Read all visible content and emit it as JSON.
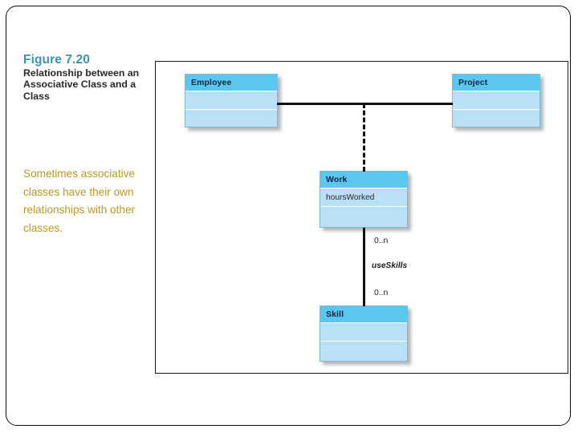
{
  "slide": {
    "figure_number": "Figure 7.20",
    "figure_subtitle": "Relationship between an Associative Class and a Class",
    "body_text": "Sometimes associative classes have their own relationships with other classes.",
    "colors": {
      "figure_number": "#3f93ab",
      "subtitle": "#28282b",
      "body_text": "#b59a23",
      "class_header": "#59c7ef",
      "class_body": "#b9e0f7",
      "line": "#111111",
      "panel_border": "#1a1a1a"
    }
  },
  "diagram": {
    "type": "uml-class-diagram",
    "classes": [
      {
        "id": "employee",
        "name": "Employee",
        "attributes": "",
        "operations": ""
      },
      {
        "id": "project",
        "name": "Project",
        "attributes": "",
        "operations": ""
      },
      {
        "id": "work",
        "name": "Work",
        "attributes": "hoursWorked",
        "operations": ""
      },
      {
        "id": "skill",
        "name": "Skill",
        "attributes": "",
        "operations": ""
      }
    ],
    "relationships": [
      {
        "id": "employee-project",
        "from": "employee",
        "to": "project",
        "style": "solid",
        "kind": "association"
      },
      {
        "id": "work-association",
        "from": "work",
        "to": "employee-project",
        "style": "dashed",
        "kind": "association-class-link"
      },
      {
        "id": "work-skill",
        "from": "work",
        "to": "skill",
        "style": "solid",
        "kind": "association",
        "name": "useSkills",
        "source_multiplicity": "0..n",
        "target_multiplicity": "0..n"
      }
    ],
    "labels": {
      "multiplicity_top": "0..n",
      "association_name": "useSkills",
      "multiplicity_bottom": "0..n"
    }
  }
}
